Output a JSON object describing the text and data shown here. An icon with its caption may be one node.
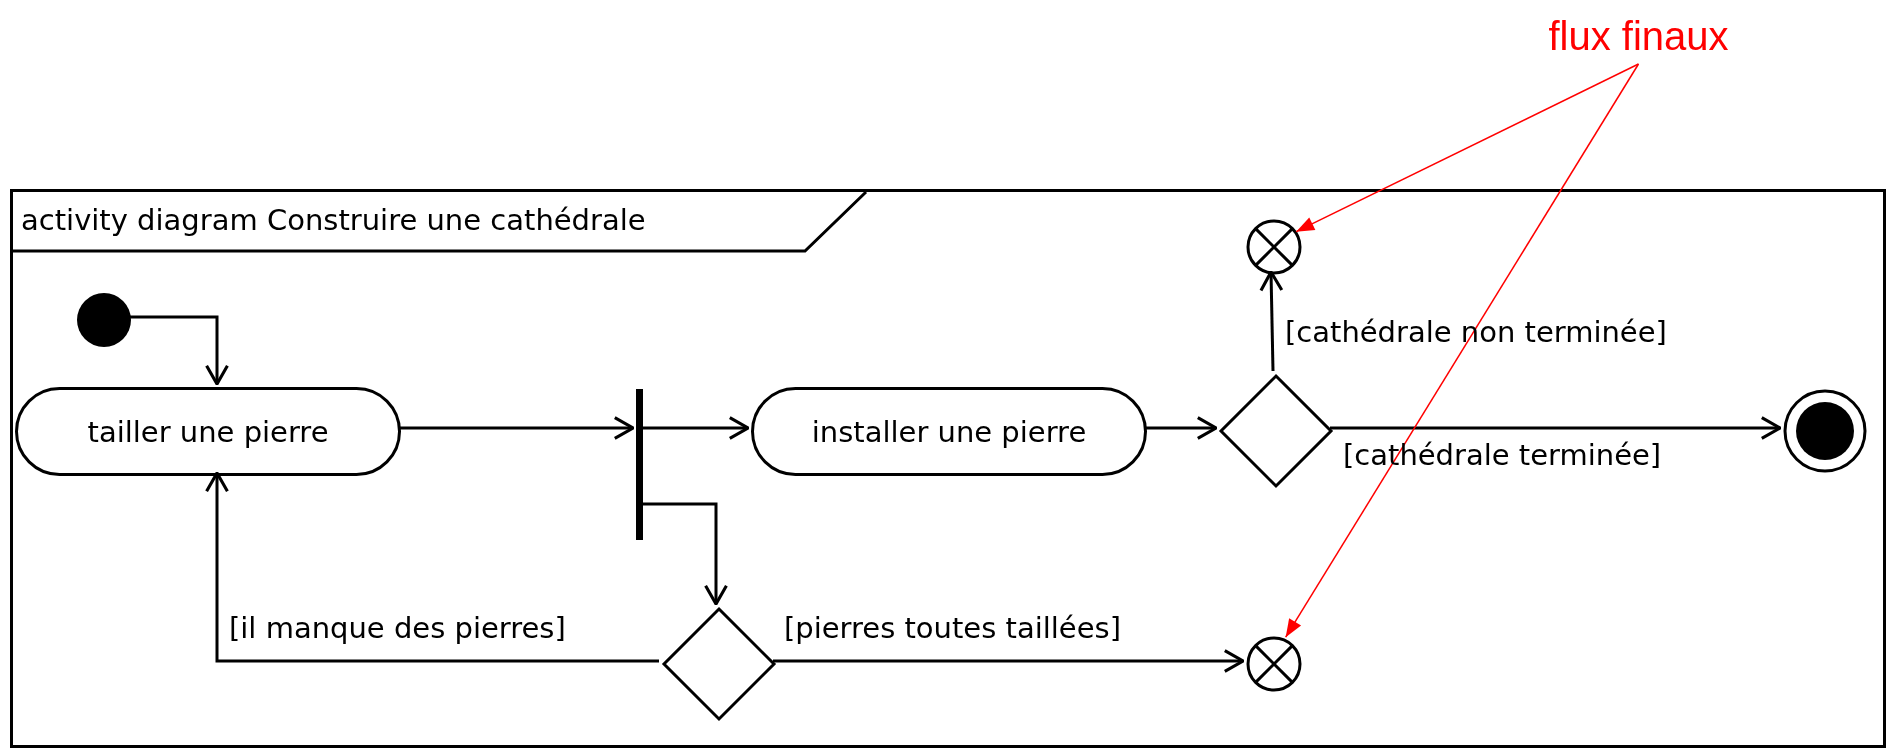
{
  "diagram": {
    "nodes": [
      {
        "text": [
          "activity diagram Construire une cathédrale"
        ]
      },
      {
        "text": [],
        "shape": "circle",
        "in": 0
      },
      {
        "text": [
          "tailler une pierre"
        ],
        "in": 0
      },
      {
        "text": [],
        "shape": "bar",
        "in": 0
      },
      {
        "text": [
          "installer une pierre"
        ],
        "in": 0
      },
      {
        "text": [],
        "shape": "diamond",
        "in": 0
      },
      {
        "text": [],
        "shape": "circle",
        "in": 0
      },
      {
        "text": [],
        "shape": "circle",
        "in": 0
      },
      {
        "text": [],
        "shape": "diamond",
        "in": 0
      },
      {
        "text": [],
        "shape": "circle",
        "in": 0
      },
      {
        "text": [
          "flux finaux"
        ]
      }
    ],
    "edges": [
      {
        "from": 1,
        "to": 2,
        "arrow": "to"
      },
      {
        "from": 2,
        "to": 3,
        "arrow": "to"
      },
      {
        "from": 3,
        "to": 4,
        "arrow": "to"
      },
      {
        "from": 3,
        "to": 8,
        "arrow": "to"
      },
      {
        "from": 4,
        "to": 5,
        "arrow": "to"
      },
      {
        "from": 5,
        "to": 6,
        "arrow": "to",
        "label": "[cathédrale non terminée]"
      },
      {
        "from": 5,
        "to": 7,
        "arrow": "to",
        "label": "[cathédrale terminée]"
      },
      {
        "from": 8,
        "to": 2,
        "arrow": "to",
        "label": "[il manque des pierres]"
      },
      {
        "from": 8,
        "to": 9,
        "arrow": "to",
        "label": "[pierres toutes taillées]"
      },
      {
        "from": 10,
        "to": 6,
        "arrow": "to",
        "color": "#ff0000"
      },
      {
        "from": 10,
        "to": 9,
        "arrow": "to",
        "color": "#ff0000"
      }
    ]
  }
}
